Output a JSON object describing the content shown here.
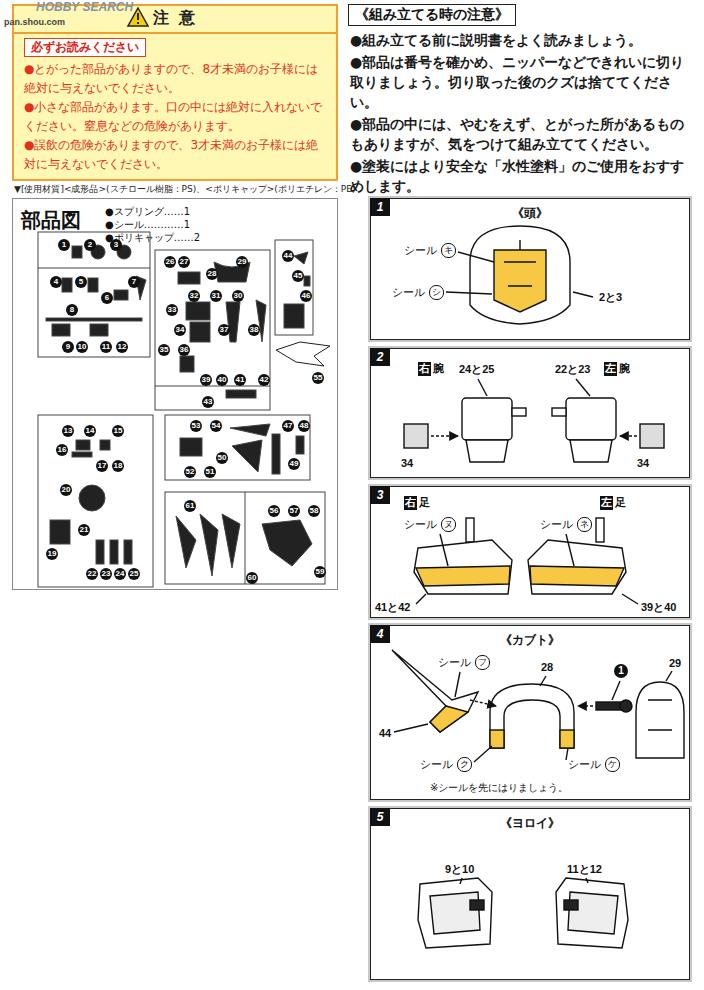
{
  "diagram": {
    "nodes": [
      {
        "text": [
          "注 意",
          "必ずお読みください",
          "●とがった部品がありますので、8才未満のお子様には絶対に与えないでください。",
          "●小さな部品があります。口の中には絶対に入れないでください。窒息などの危険があります。",
          "●誤飲の危険がありますので、3才未満のお子様には絶対に与えないでください。"
        ]
      },
      {
        "text": [
          "《組み立てる時の注意》"
        ]
      },
      {
        "text": [
          "部品図",
          "●スプリング……1",
          "●シール…………1",
          "●ポリキャップ……2"
        ]
      },
      {
        "text": [
          "1",
          "《頭》"
        ]
      },
      {
        "text": [
          "2"
        ]
      },
      {
        "text": [
          "3"
        ]
      },
      {
        "text": [
          "4",
          "《カブト》"
        ]
      },
      {
        "text": [
          "5",
          "《ヨロイ》"
        ]
      }
    ],
    "labels": [
      "HOBBY SEARCH",
      "pan.shou.com",
      "●組み立てる前に説明書をよく読みましょう。",
      "●部品は番号を確かめ、ニッパーなどできれいに切り取りましょう。切り取った後のクズは捨ててください。",
      "●部品の中には、やむをえず、とがった所があるものもありますが、気をつけて組み立ててください。",
      "●塗装にはより安全な「水性塗料」のご使用をおすすめします。",
      "▼[使用材質]<成形品>(スチロール樹脂：PS)、<ポリキャップ>(ポリエチレン：PE)",
      "1",
      "2",
      "3",
      "4",
      "5",
      "6",
      "7",
      "8",
      "9",
      "10",
      "11",
      "12",
      "13",
      "14",
      "15",
      "16",
      "17",
      "18",
      "19",
      "20",
      "21",
      "22",
      "23",
      "24",
      "25",
      "26",
      "27",
      "28",
      "29",
      "30",
      "31",
      "32",
      "33",
      "34",
      "35",
      "36",
      "37",
      "38",
      "39",
      "40",
      "41",
      "42",
      "43",
      "44",
      "45",
      "46",
      "47",
      "48",
      "49",
      "50",
      "51",
      "52",
      "53",
      "54",
      "55",
      "56",
      "57",
      "58",
      "59",
      "60",
      "61",
      "シール",
      "キ",
      "シール",
      "シ",
      "2と3",
      "右",
      "腕",
      "24と25",
      "22と23",
      "左",
      "腕",
      "34",
      "34",
      "右",
      "足",
      "左",
      "足",
      "シール",
      "ヌ",
      "シール",
      "ネ",
      "41と42",
      "39と40",
      "シール",
      "フ",
      "28",
      "1",
      "29",
      "44",
      "シール",
      "ク",
      "シール",
      "ケ",
      "※シールを先にはりましょう。",
      "9と10",
      "11と12"
    ]
  }
}
